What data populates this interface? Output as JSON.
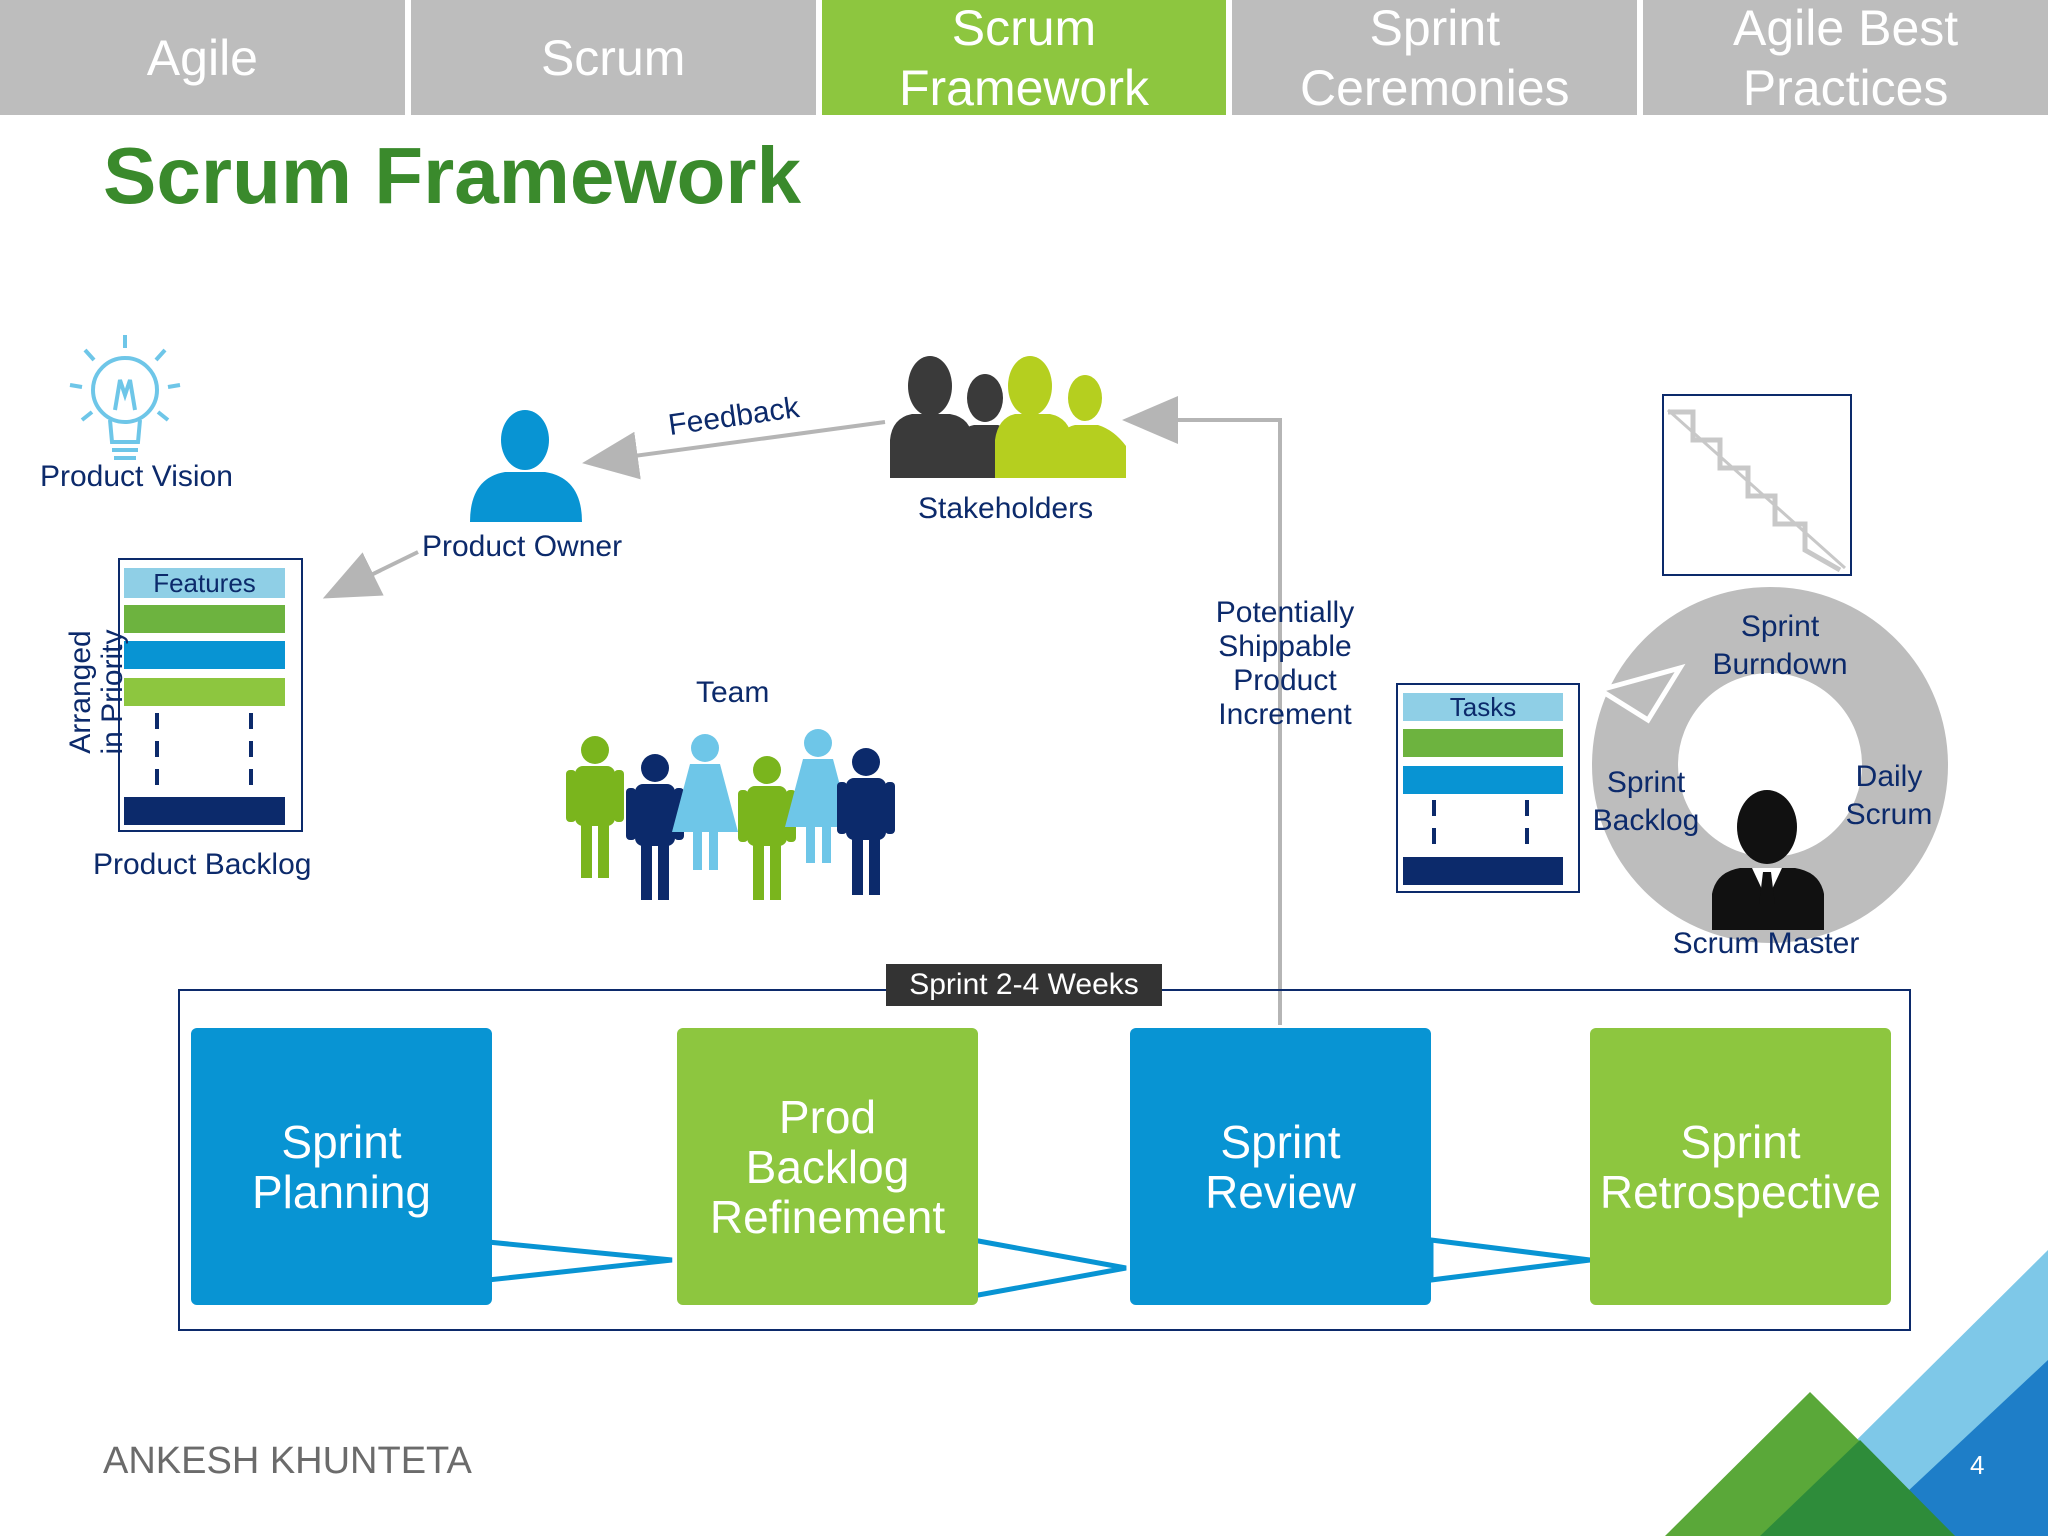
{
  "tabs": [
    "Agile",
    "Scrum",
    "Scrum\nFramework",
    "Sprint\nCeremonies",
    "Agile Best\nPractices"
  ],
  "active_tab": 2,
  "title": "Scrum Framework",
  "labels": {
    "product_vision": "Product Vision",
    "product_owner": "Product Owner",
    "feedback": "Feedback",
    "stakeholders": "Stakeholders",
    "features": "Features",
    "arranged_in_priority": "Arranged\nin Priority",
    "product_backlog": "Product Backlog",
    "team": "Team",
    "potentially_shippable": "Potentially\nShippable\nProduct\nIncrement",
    "tasks": "Tasks",
    "sprint_burndown": "Sprint\nBurndown",
    "sprint_backlog": "Sprint\nBacklog",
    "daily_scrum": "Daily\nScrum",
    "scrum_master": "Scrum Master",
    "sprint_weeks": "Sprint 2-4 Weeks"
  },
  "stages": [
    "Sprint\nPlanning",
    "Prod\nBacklog\nRefinement",
    "Sprint\nReview",
    "Sprint\nRetrospective"
  ],
  "footer": {
    "author": "ANKESH KHUNTETA",
    "page": "4"
  },
  "colors": {
    "green": "#8dc63f",
    "blue": "#0894d3",
    "navy": "#0c2a6b",
    "title_green": "#3a8a2c",
    "tab_gray": "#bdbdbd"
  }
}
